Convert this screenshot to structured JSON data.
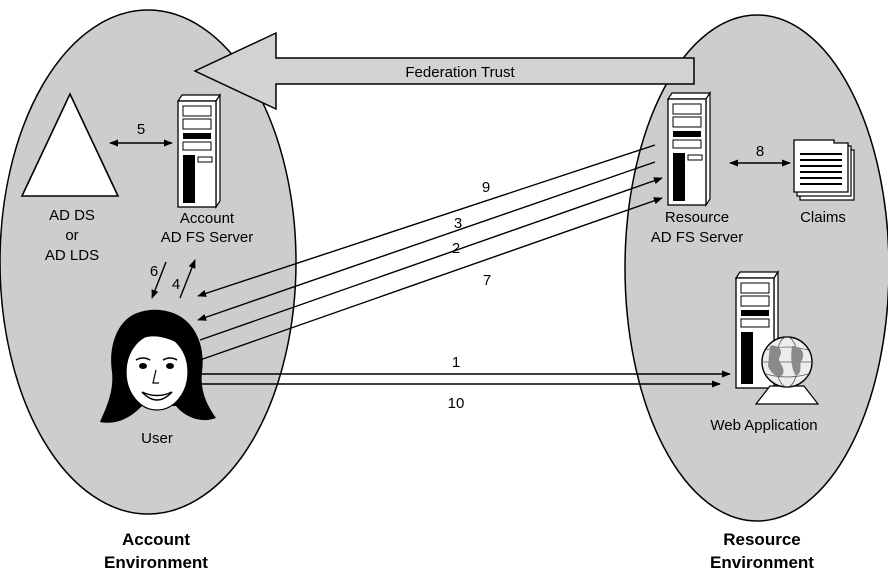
{
  "colors": {
    "ellipse_fill": "#cdcdcd",
    "arrow_fill": "#d2d2d2",
    "stroke": "#000000",
    "background": "#ffffff"
  },
  "trust": {
    "label": "Federation Trust"
  },
  "account_side": {
    "store_label": [
      "AD DS",
      "or",
      "AD LDS"
    ],
    "server_label": [
      "Account",
      "AD FS Server"
    ],
    "user_label": "User",
    "env_label": [
      "Account",
      "Environment"
    ]
  },
  "resource_side": {
    "server_label": [
      "Resource",
      "AD FS Server"
    ],
    "claims_label": "Claims",
    "webapp_label": "Web Application",
    "env_label": [
      "Resource",
      "Environment"
    ]
  },
  "steps": {
    "s1": "1",
    "s2": "2",
    "s3": "3",
    "s4": "4",
    "s5": "5",
    "s6": "6",
    "s7": "7",
    "s8": "8",
    "s9": "9",
    "s10": "10"
  },
  "icons": [
    "triangle-icon",
    "server-icon",
    "user-face-icon",
    "document-stack-icon",
    "globe-icon"
  ]
}
